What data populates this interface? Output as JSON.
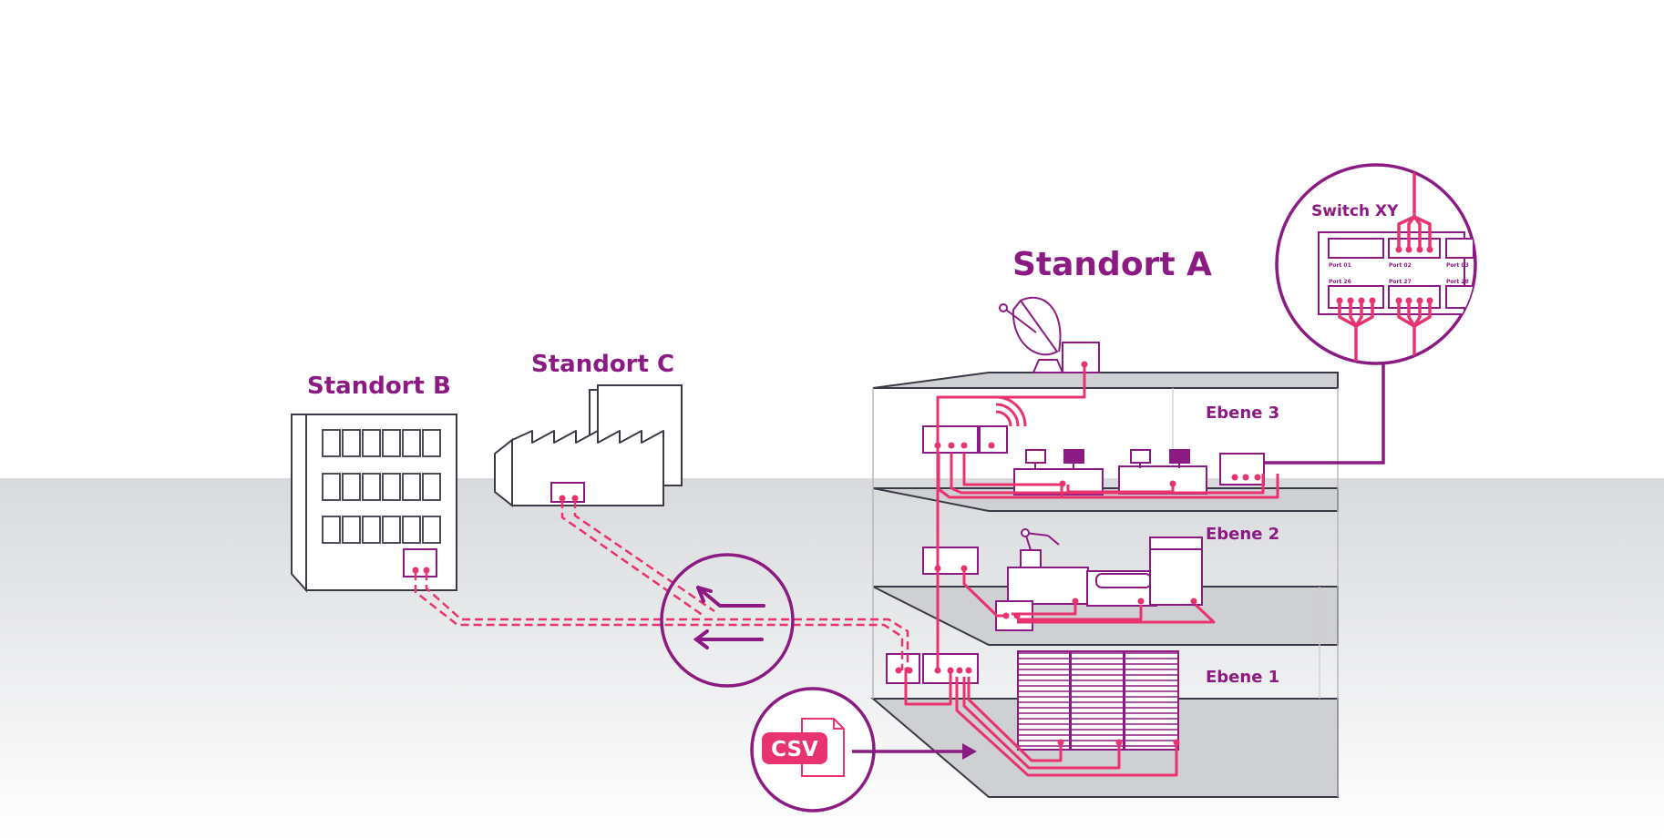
{
  "sites": {
    "a": "Standort A",
    "b": "Standort B",
    "c": "Standort C"
  },
  "levels": [
    "Ebene 3",
    "Ebene 2",
    "Ebene 1"
  ],
  "switch": {
    "title": "Switch XY",
    "ports": [
      "Port 01",
      "Port 02",
      "Port 03",
      "Port 26",
      "Port 27",
      "Port 28"
    ]
  },
  "csv_badge": "CSV",
  "colors": {
    "purple": "#8b1a82",
    "pink": "#e8336e",
    "outline": "#3a3a46",
    "floor": "#cfd0d4",
    "ground_top": "#d8dadd"
  }
}
